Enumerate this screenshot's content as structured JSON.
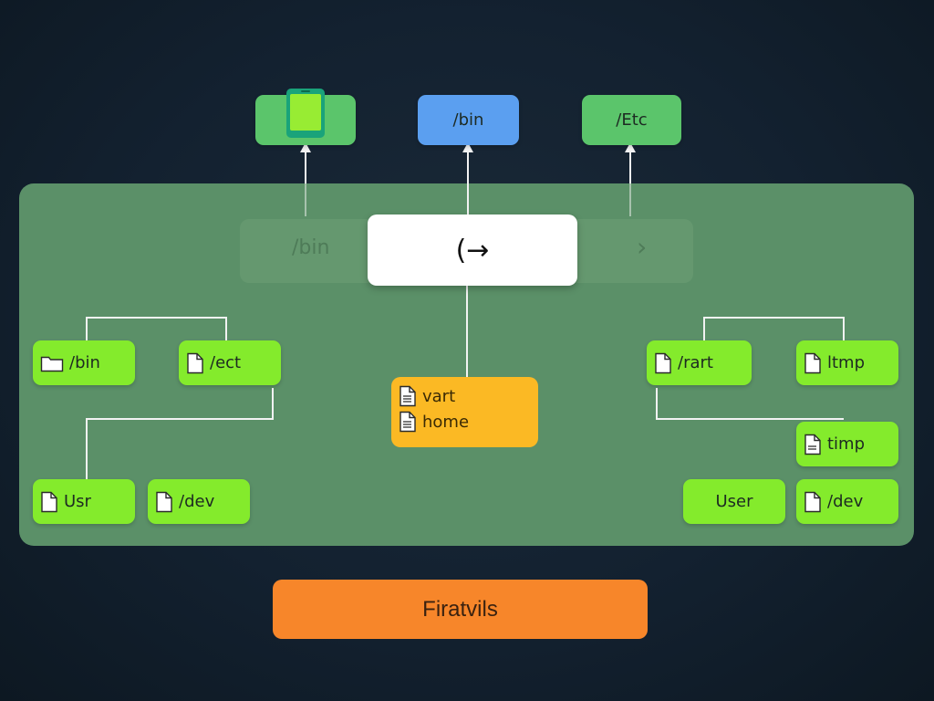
{
  "top_nodes": {
    "bin_label": "/bin",
    "etc_label": "/Etc"
  },
  "center": {
    "ghost_left_label": "/bin",
    "ghost_right_glyph": "›",
    "card_glyph": "(→"
  },
  "left_tree": {
    "bin": "/bin",
    "ect": "/ect",
    "usr": "Usr",
    "dev": "/dev"
  },
  "middle_card": {
    "items": [
      "vart",
      "home"
    ]
  },
  "right_tree": {
    "rart": "/rart",
    "ltmp": "ltmp",
    "timp": "timp",
    "user": "User",
    "dev": "/dev"
  },
  "footer": {
    "label": "Firatvils"
  },
  "colors": {
    "lime": "#84eb2c",
    "green": "#5bc56b",
    "blue": "#5b9ff0",
    "yellow": "#fbb924",
    "orange": "#f7862a",
    "panel": "#5b9068"
  }
}
